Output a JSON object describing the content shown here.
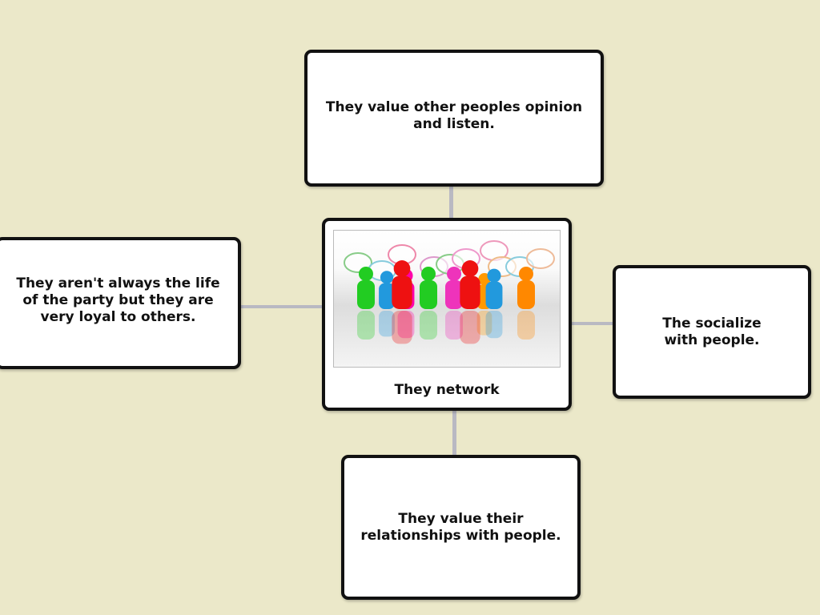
{
  "center": {
    "label": "They network",
    "image": "people-network-illustration"
  },
  "nodes": {
    "top": "They value other peoples opinion and listen.",
    "left": "They aren't always the life of the party but they are very loyal to others.",
    "right": "The socialize with people.",
    "bottom": "They value their relationships with people."
  },
  "colors": {
    "background": "#ebe8c9",
    "connector": "#b9b9c2",
    "border": "#111111"
  }
}
